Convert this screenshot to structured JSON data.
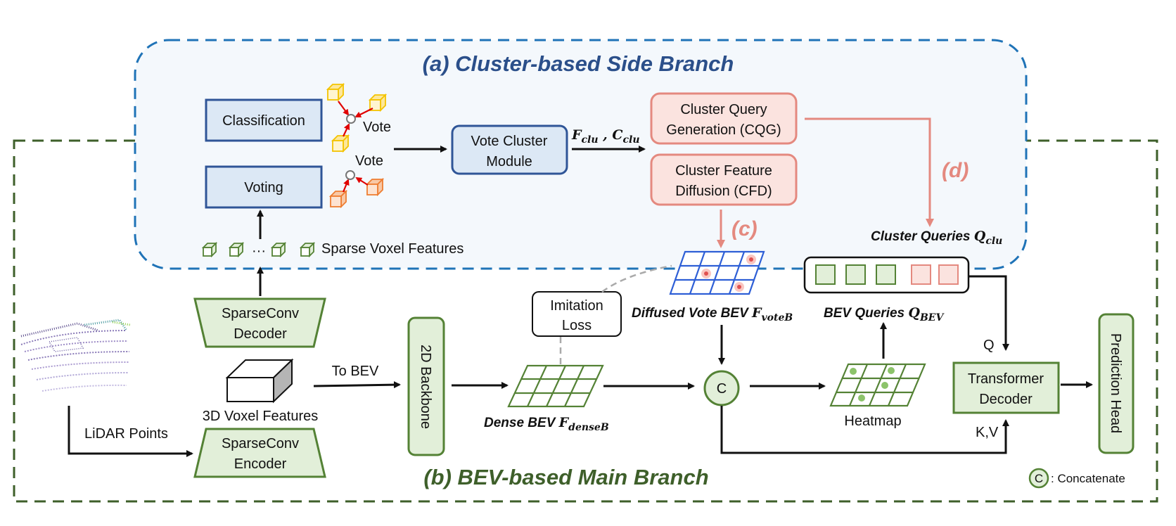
{
  "regions": {
    "side_branch_title": "(a) Cluster-based Side Branch",
    "main_branch_title": "(b) BEV-based Main Branch"
  },
  "side_branch": {
    "classification": "Classification",
    "voting": "Voting",
    "vote_label_top": "Vote",
    "vote_label_bottom": "Vote",
    "vote_cluster_module": [
      "Vote Cluster",
      "Module"
    ],
    "fclu_ccl": {
      "f": "F",
      "f_sub": "clu",
      "sep": " , ",
      "c": "C",
      "c_sub": "clu"
    },
    "cqg": [
      "Cluster Query",
      "Generation (CQG)"
    ],
    "cfd": [
      "Cluster Feature",
      "Diffusion (CFD)"
    ],
    "tag_c": "(c)",
    "tag_d": "(d)",
    "cluster_queries": {
      "text": "Cluster Queries ",
      "sym": "Q",
      "sub": "clu"
    },
    "sparse_voxel_dots": "···",
    "sparse_voxel_features": "Sparse Voxel Features"
  },
  "main_branch": {
    "sparseconv_decoder": [
      "SparseConv",
      "Decoder"
    ],
    "sparseconv_encoder": [
      "SparseConv",
      "Encoder"
    ],
    "voxel_features": "3D Voxel Features",
    "lidar_points": "LiDAR Points",
    "to_bev": "To BEV",
    "backbone": "2D Backbone",
    "imitation_loss": [
      "Imitation",
      "Loss"
    ],
    "dense_bev": {
      "text": "Dense BEV ",
      "sym": "F",
      "sub": "denseB"
    },
    "diffused_vote_bev": {
      "text": "Diffused Vote BEV ",
      "sym": "F",
      "sub": "voteB"
    },
    "bev_queries": {
      "text": "BEV Queries ",
      "sym": "Q",
      "sub": "BEV"
    },
    "concat_symbol": "C",
    "heatmap": "Heatmap",
    "q_label": "Q",
    "kv_label": "K,V",
    "transformer_decoder": [
      "Transformer",
      "Decoder"
    ],
    "prediction_head": "Prediction Head",
    "legend_symbol": "C",
    "legend_text": ": Concatenate"
  },
  "colors": {
    "side_border": "#1f73b7",
    "side_fill": "#f4f8fc",
    "main_border": "#3e5f2a",
    "blue_box_fill": "#dce8f5",
    "blue_box_border": "#2f5597",
    "pink_box_fill": "#fbe3df",
    "pink_box_border": "#e4897f",
    "green_fill": "#e2efd9",
    "green_border": "#548235",
    "red_arrow": "#e00000",
    "grid_blue": "#2e5fd6",
    "cube_yellow": "#f3c300",
    "cube_orange": "#ee7d31"
  }
}
